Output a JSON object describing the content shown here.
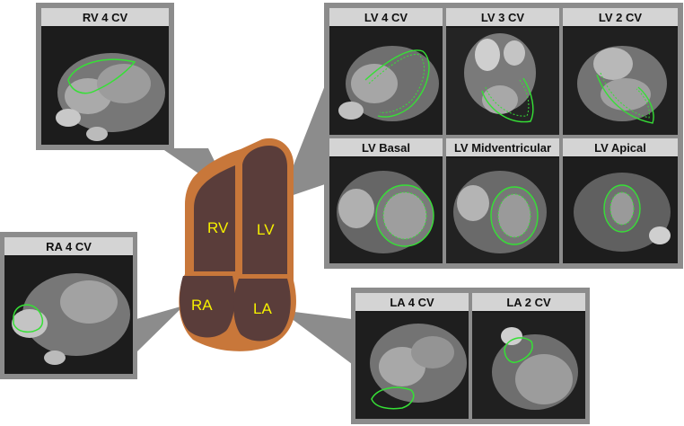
{
  "heart": {
    "chambers": {
      "rv": "RV",
      "lv": "LV",
      "ra": "RA",
      "la": "LA"
    },
    "colors": {
      "outline": "#c8773a",
      "chamber": "#5a3d3a",
      "label": "#f5f000",
      "callout": "#8c8c8c",
      "contour": "#36e036"
    }
  },
  "panels": {
    "rv": {
      "tiles": [
        {
          "label": "RV 4 CV"
        }
      ]
    },
    "lv": {
      "tiles": [
        {
          "label": "LV 4 CV"
        },
        {
          "label": "LV 3 CV"
        },
        {
          "label": "LV 2 CV"
        },
        {
          "label": "LV Basal"
        },
        {
          "label": "LV Midventricular"
        },
        {
          "label": "LV Apical"
        }
      ]
    },
    "ra": {
      "tiles": [
        {
          "label": "RA 4 CV"
        }
      ]
    },
    "la": {
      "tiles": [
        {
          "label": "LA 4 CV"
        },
        {
          "label": "LA 2 CV"
        }
      ]
    }
  }
}
